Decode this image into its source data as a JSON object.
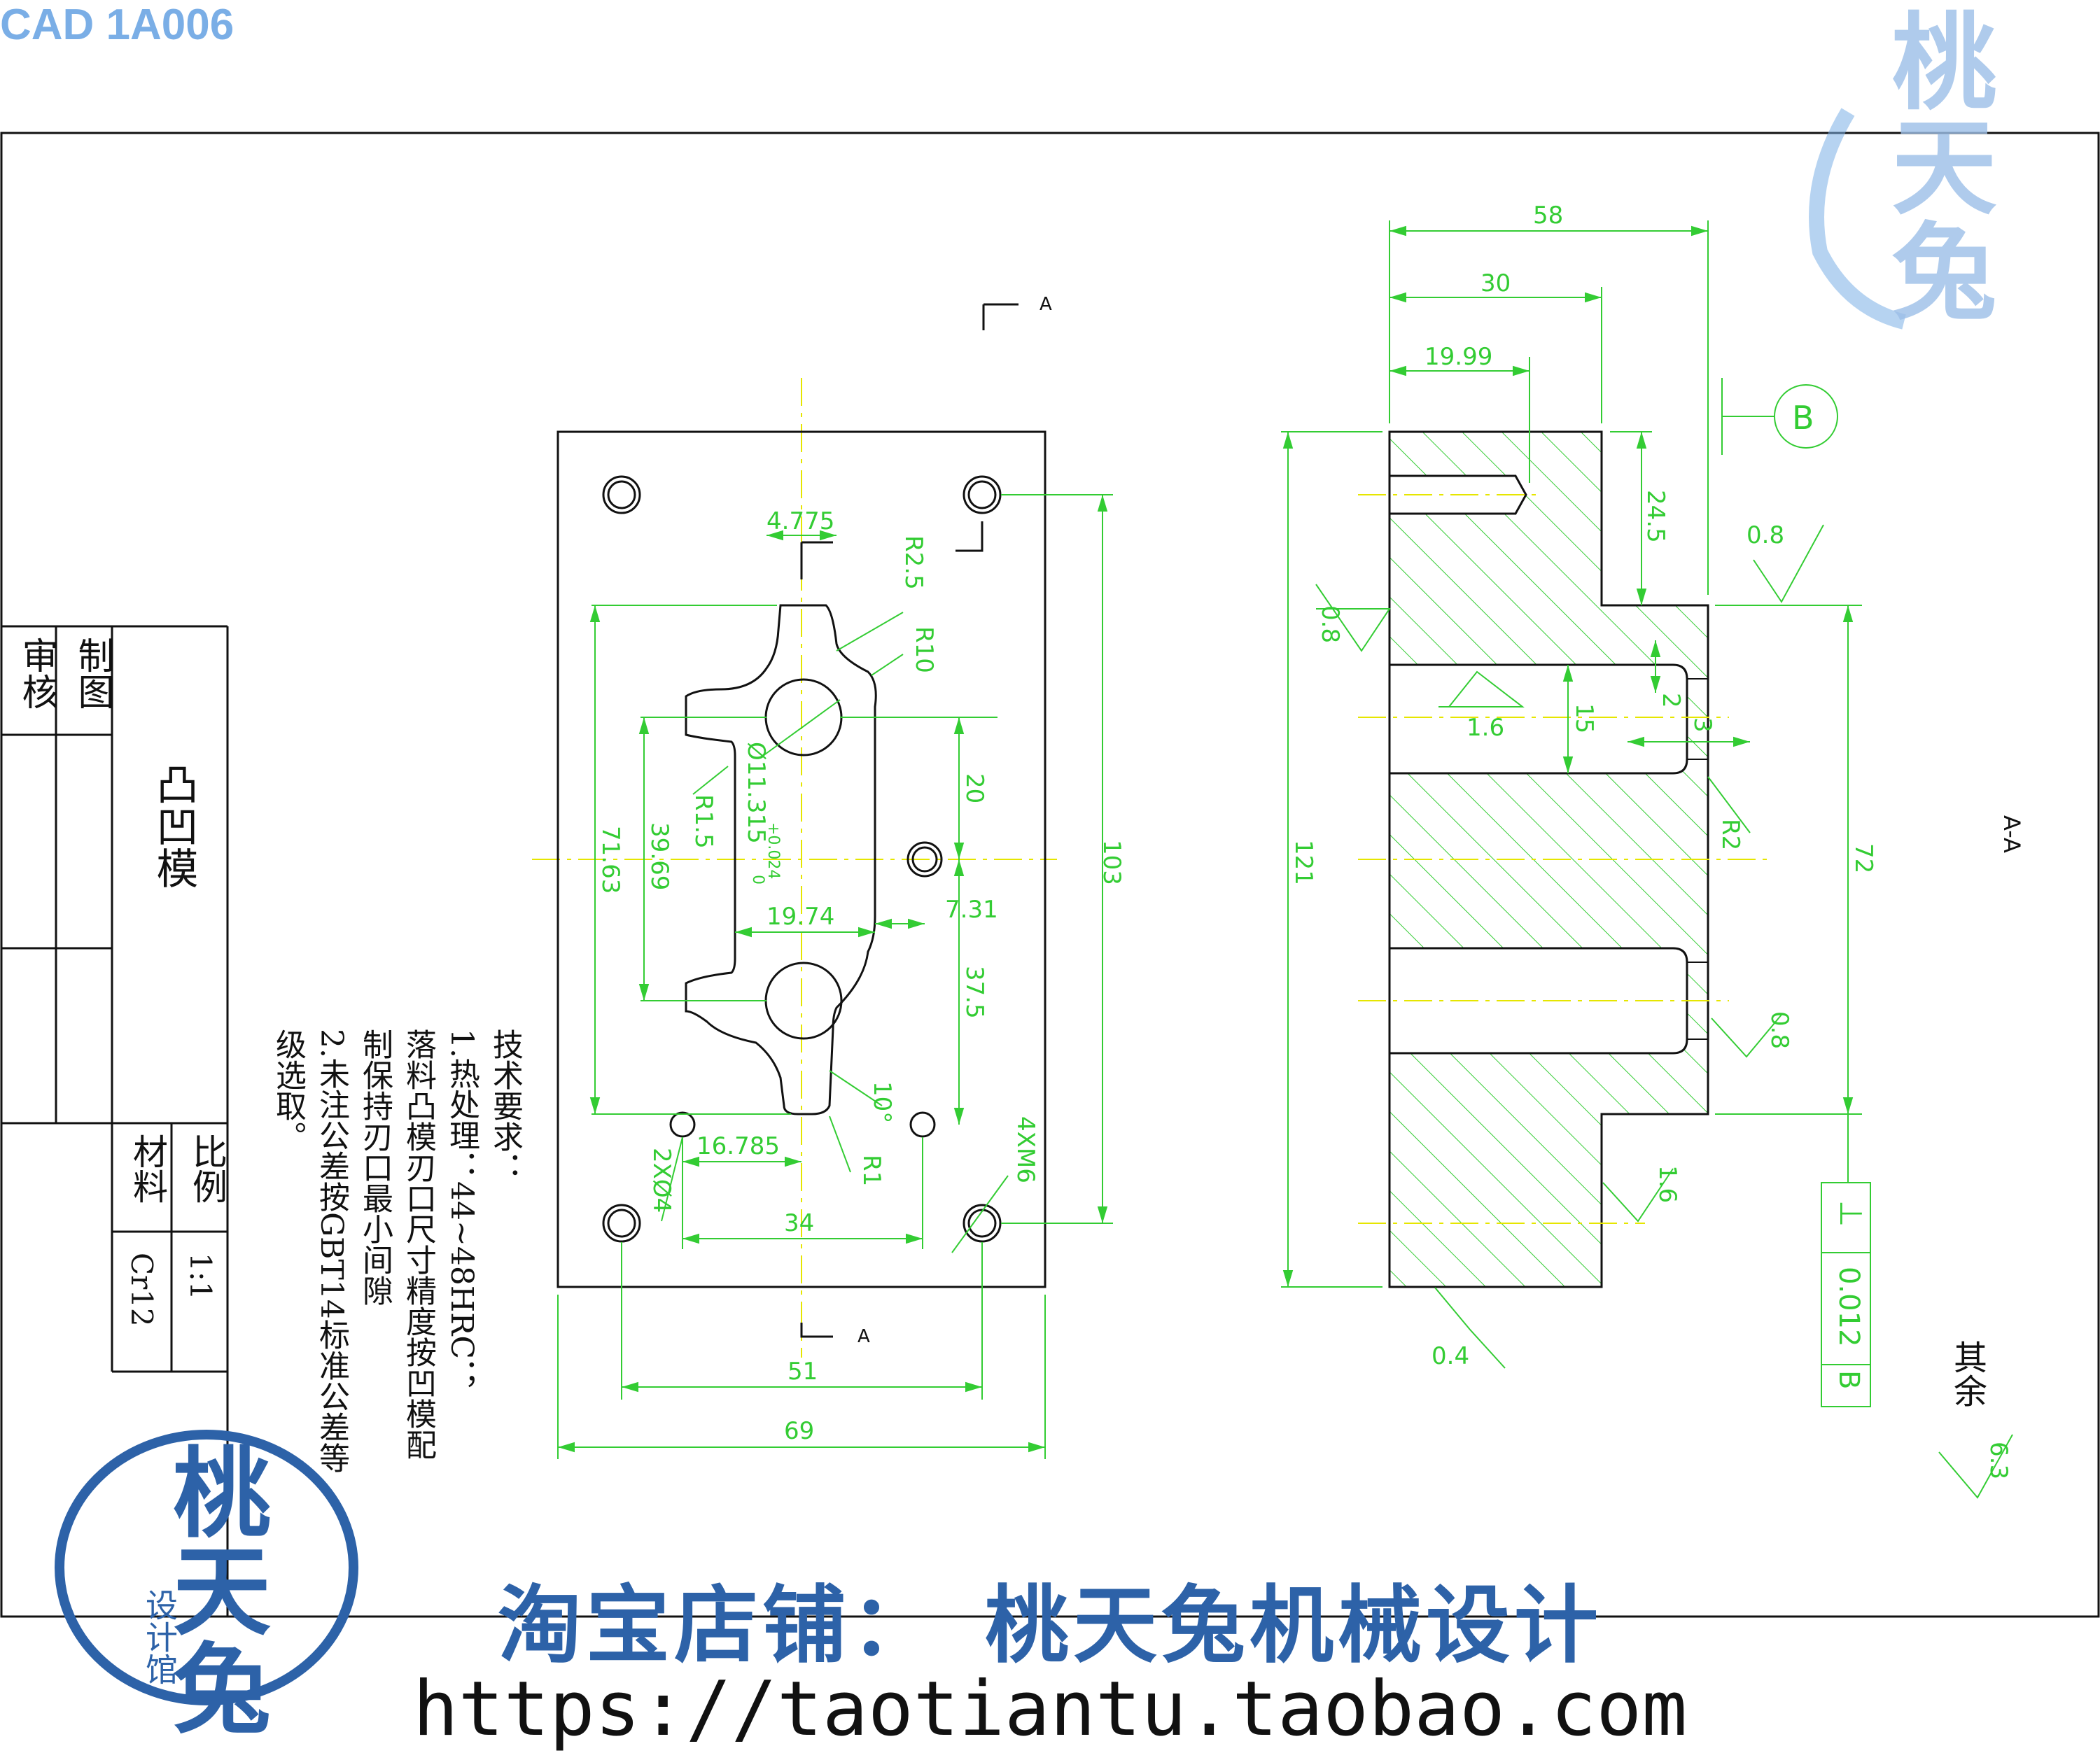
{
  "header": {
    "code": "CAD 1A006"
  },
  "watermark": {
    "top_right": "桃天兔",
    "seal_main": "桃天兔",
    "seal_sub": "设计馆"
  },
  "footer": {
    "shop": "淘宝店铺：　桃天兔机械设计",
    "url": "https://taotiantu.taobao.com"
  },
  "title_block": {
    "drawn": "制图",
    "checked": "审核",
    "part_name": "凸凹模",
    "scale_label": "比例",
    "scale_value": "1:1",
    "material_label": "材料",
    "material_value": "Cr12"
  },
  "tech_requirements": [
    "技术要求：",
    "1.热处理：44~48HRC；",
    "落料凸模刃口尺寸精度按凹模配",
    "制保持刃口最小间隙",
    "2.未注公差按GBT14标准公差等",
    "级选取。"
  ],
  "front_view": {
    "section_marker": "A",
    "dims": {
      "total_width": "69",
      "hole_pitch_x": "51",
      "pin_pitch_x": "34",
      "offset_x": "16.785",
      "slot_width": "4.775",
      "inner_width": "19.74",
      "boss_offset": "7.31",
      "height_outer": "103",
      "height_profile": "71.63",
      "height_inner": "39.69",
      "pitch_20": "20",
      "pitch_37_5": "37.5",
      "radius_r2_5": "R2.5",
      "radius_r10": "R10",
      "radius_r1_5": "R1.5",
      "radius_r1": "R1",
      "hole_dia": "Ø11.315",
      "hole_tol": "+0.024",
      "hole_tol_low": "0",
      "pin_holes": "2XØ4",
      "threads": "4XM6",
      "angle": "10°"
    }
  },
  "section_view": {
    "label": "A-A",
    "dims": {
      "width_total": "58",
      "width_step": "30",
      "depth_hole": "19.99",
      "step_height": "24.5",
      "total_height": "121",
      "height_72": "72",
      "bore_15": "15",
      "dim_2": "2",
      "dim_3": "3",
      "radius_r2": "R2"
    },
    "datum": "B",
    "perpendicularity": {
      "symbol": "⊥",
      "tolerance": "0.012",
      "datum": "B"
    },
    "roughness": [
      "0.8",
      "0.8",
      "1.6",
      "0.8",
      "1.6",
      "0.4"
    ],
    "other_label": "其余",
    "other_roughness": "6.3"
  }
}
